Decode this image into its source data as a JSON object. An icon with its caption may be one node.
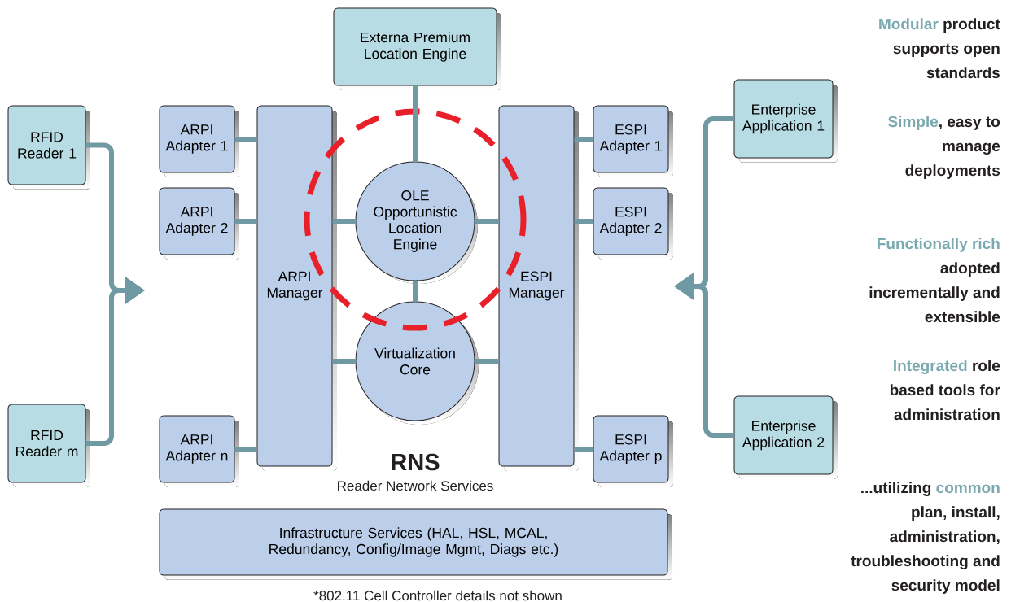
{
  "diagram": {
    "nodes": [
      {
        "text": [
          "Externa Premium Location Engine"
        ]
      },
      {
        "text": [
          "RFID Reader 1"
        ]
      },
      {
        "text": [
          "RFID Reader m"
        ]
      },
      {
        "text": [
          "ARPI Adapter 1"
        ]
      },
      {
        "text": [
          "ARPI Adapter 2"
        ]
      },
      {
        "text": [
          "ARPI Adapter n"
        ]
      },
      {
        "text": [
          "ARPI Manager"
        ]
      },
      {
        "text": [
          "OLE Opportunistic Location Engine"
        ]
      },
      {
        "text": [
          "Virtualization Core"
        ]
      },
      {
        "text": [
          "ESPI Manager"
        ]
      },
      {
        "text": [
          "ESPI Adapter 1"
        ]
      },
      {
        "text": [
          "ESPI Adapter 2"
        ]
      },
      {
        "text": [
          "ESPI Adapter p"
        ]
      },
      {
        "text": [
          "Enterprise Application 1"
        ]
      },
      {
        "text": [
          "Enterprise Application 2"
        ]
      },
      {
        "text": [
          "Infrastructure Services (HAL, HSL, MCAL, Redundancy, Config/Image Mgmt, Diags etc.)"
        ]
      }
    ],
    "edges": [
      {
        "from": 0,
        "to": 7,
        "arrow": "none"
      },
      {
        "from": 3,
        "to": 6,
        "arrow": "none"
      },
      {
        "from": 4,
        "to": 6,
        "arrow": "none"
      },
      {
        "from": 5,
        "to": 6,
        "arrow": "none"
      },
      {
        "from": 6,
        "to": 7,
        "arrow": "none"
      },
      {
        "from": 7,
        "to": 9,
        "arrow": "none"
      },
      {
        "from": 7,
        "to": 8,
        "arrow": "none"
      },
      {
        "from": 6,
        "to": 8,
        "arrow": "none"
      },
      {
        "from": 8,
        "to": 9,
        "arrow": "none"
      },
      {
        "from": 9,
        "to": 10,
        "arrow": "none"
      },
      {
        "from": 9,
        "to": 11,
        "arrow": "none"
      },
      {
        "from": 9,
        "to": 12,
        "arrow": "none"
      },
      {
        "from": 1,
        "to": null,
        "arrow": "to"
      },
      {
        "from": 2,
        "to": null,
        "arrow": "to"
      },
      {
        "from": 13,
        "to": null,
        "arrow": "to"
      },
      {
        "from": 14,
        "to": null,
        "arrow": "to"
      }
    ],
    "labels": [
      "Modular",
      "product supports open standards",
      "Simple",
      ", easy to manage deployments",
      "Functionally rich",
      "adopted incrementally and extensible",
      "Integrated",
      "role based tools for administration",
      "...utilizing",
      "common",
      "plan, install, administration, troubleshooting and security model",
      "RNS",
      "Reader Network Services",
      "*802.11 Cell Controller details not shown"
    ]
  }
}
